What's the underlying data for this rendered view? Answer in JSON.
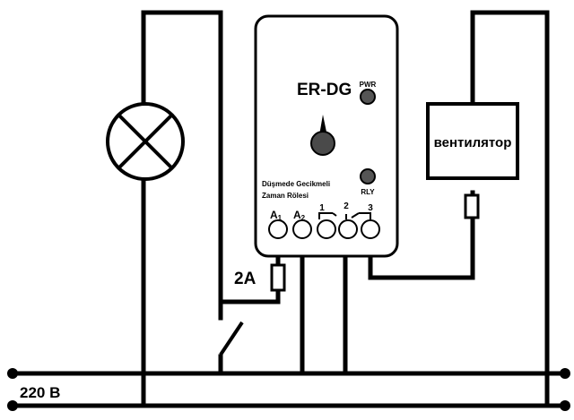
{
  "device": {
    "model": "ER-DG",
    "pwr_label": "PWR",
    "rly_label": "RLY",
    "description_line1": "Düşmede Gecikmeli",
    "description_line2": "Zaman Rölesi",
    "terminal_a1": {
      "main": "A",
      "sub": "1"
    },
    "terminal_a2": {
      "main": "A",
      "sub": "2"
    },
    "contact_labels": [
      "1",
      "2",
      "3"
    ]
  },
  "fan_label": "вентилятор",
  "fuse_label": "2A",
  "supply_label": "220 В",
  "colors": {
    "line": "#000000",
    "background": "#ffffff",
    "led": "#555555"
  }
}
